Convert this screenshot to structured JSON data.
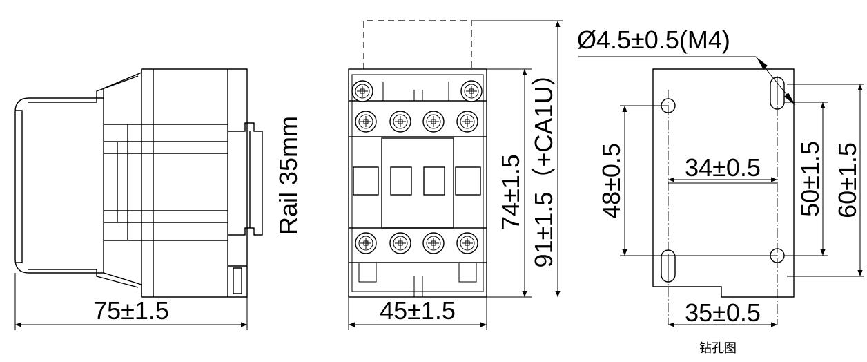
{
  "dimensions": {
    "side_width": "75±1.5",
    "rail": "Rail 35mm",
    "front_width": "45±1.5",
    "front_height": "74±1.5",
    "front_height_total": "91±1.5（+CA1U）",
    "hole_diameter": "Ø4.5±0.5(M4)",
    "hole_v_spacing": "48±0.5",
    "hole_h_spacing_top": "34±0.5",
    "slot_v_spacing": "50±1.5",
    "plate_height": "60±1.5",
    "hole_h_spacing_bottom": "35±0.5"
  },
  "caption": "钻孔图"
}
